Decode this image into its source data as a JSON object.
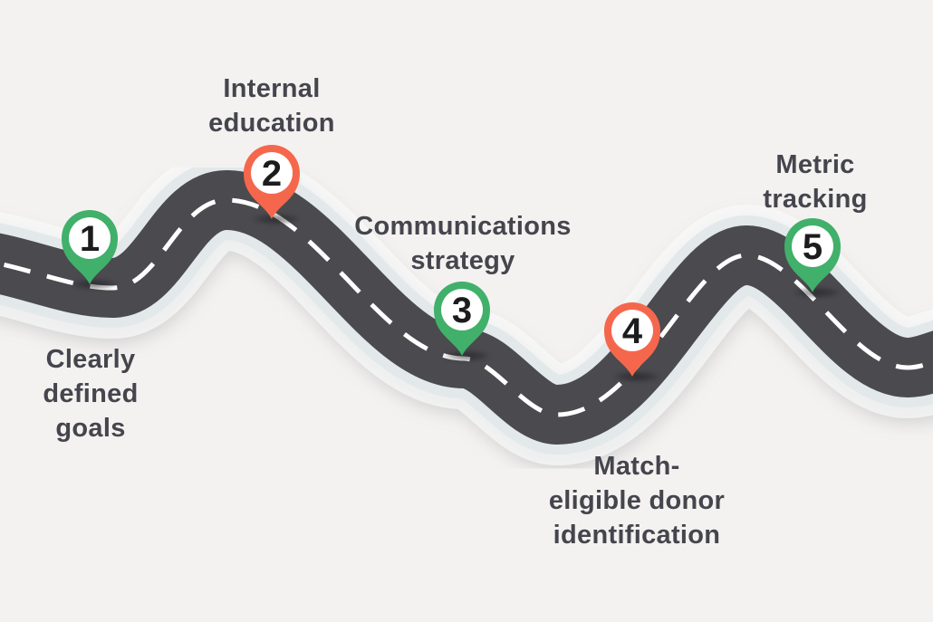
{
  "diagram": {
    "type": "roadmap-infographic",
    "description_visible_text_only": true,
    "steps": [
      {
        "number": "1",
        "label": "Clearly\ndefined\ngoals",
        "pin_color": "green"
      },
      {
        "number": "2",
        "label": "Internal\neducation",
        "pin_color": "orange"
      },
      {
        "number": "3",
        "label": "Communications\nstrategy",
        "pin_color": "green"
      },
      {
        "number": "4",
        "label": "Match-\neligible donor\nidentification",
        "pin_color": "orange"
      },
      {
        "number": "5",
        "label": "Metric\ntracking",
        "pin_color": "green"
      }
    ]
  },
  "colors": {
    "background": "#f4f2f0",
    "road": "#4a4a4f",
    "road_casing": "#e3e8ea",
    "road_glow": "#fafbfb",
    "dash": "#ffffff",
    "label_text": "#45454d",
    "pin_green": "#41b06a",
    "pin_orange": "#f5674d",
    "pin_inner": "#ffffff",
    "pin_number": "#1c1c1e"
  }
}
